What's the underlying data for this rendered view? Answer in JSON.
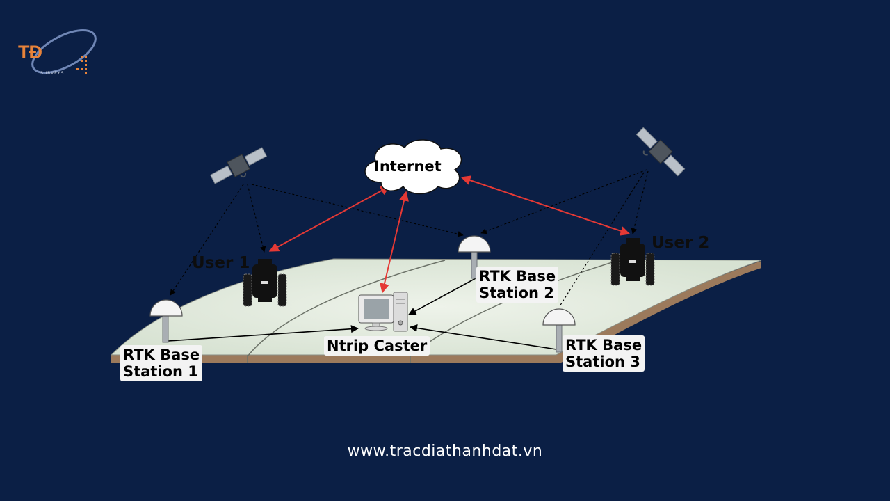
{
  "logo": {
    "mark": "TĐ",
    "tagline": "SURVEYS"
  },
  "diagram": {
    "internet_label": "Internet",
    "user1_label": "User 1",
    "user2_label": "User 2",
    "base1_line1": "RTK Base",
    "base1_line2": "Station 1",
    "base2_line1": "RTK Base",
    "base2_line2": "Station 2",
    "base3_line1": "RTK Base",
    "base3_line2": "Station 3",
    "caster_label": "Ntrip Caster"
  },
  "footer": {
    "website": "www.tracdiathanhdat.vn"
  },
  "colors": {
    "background": "#0b1f45",
    "internet_link": "#e53935",
    "data_link": "#000000",
    "field_top": "#dfe8da",
    "field_edge": "#9c7a5c",
    "logo_accent": "#e8833a"
  },
  "icons": [
    "satellite-icon",
    "tractor-icon",
    "gnss-antenna-icon",
    "computer-icon",
    "cloud-icon"
  ]
}
